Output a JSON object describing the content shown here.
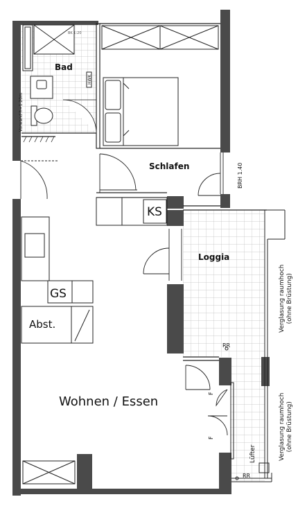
{
  "rooms": {
    "bad": "Bad",
    "schlafen": "Schlafen",
    "loggia": "Loggia",
    "wohnen": "Wohnen / Essen"
  },
  "fixtures": {
    "ks": "KS",
    "gs": "GS",
    "abst": "Abst.",
    "hwk": "HWK",
    "rr_top": "RR",
    "rr_bottom": "RR",
    "f_top": "F",
    "f_bottom": "F",
    "luefter": "Lüfter",
    "tag": "BK 1:20"
  },
  "annotations": {
    "brh": "BRH 1.40",
    "vorwand": "Vorwand h=1.20m",
    "verglasung_top_line1": "Verglasung raumhoch",
    "verglasung_top_line2": "(ohne Brüstung)",
    "verglasung_bottom_line1": "Verglasung raumhoch",
    "verglasung_bottom_line2": "(ohne Brüstung)"
  },
  "colors": {
    "wall": "#4a4a4a",
    "line": "#222222",
    "tile": "#bdbdbd",
    "background": "#ffffff"
  }
}
